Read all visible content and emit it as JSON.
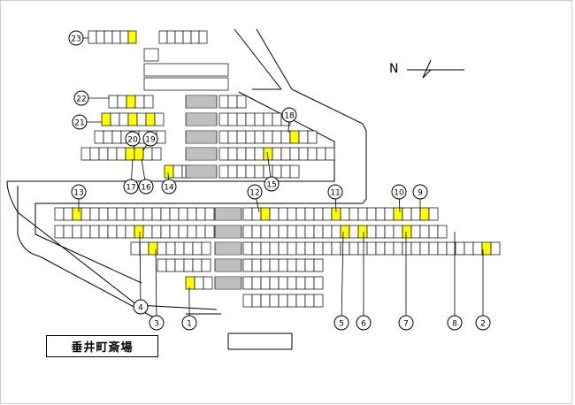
{
  "title": "垂井町斎場",
  "north_label": "N",
  "colors": {
    "marker": "#ffff00",
    "line": "#000000",
    "background": "#ffffff"
  },
  "markers": [
    "1",
    "2",
    "3",
    "4",
    "5",
    "6",
    "7",
    "8",
    "9",
    "10",
    "11",
    "12",
    "13",
    "14",
    "15",
    "16",
    "17",
    "18",
    "19",
    "20",
    "21",
    "22",
    "23"
  ]
}
